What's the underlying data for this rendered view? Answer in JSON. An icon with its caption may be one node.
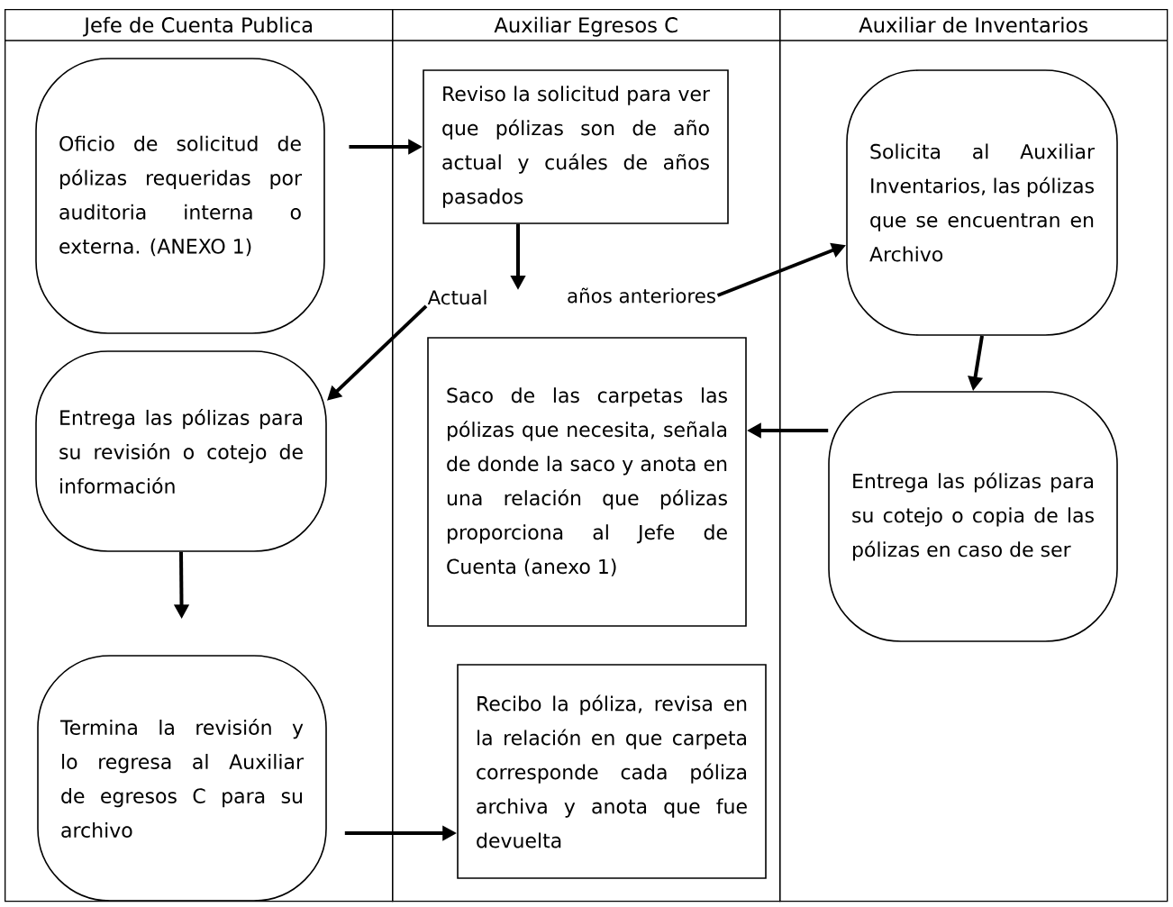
{
  "diagram": {
    "nodes": [
      {
        "text": [
          "Jefe de Cuenta Publica"
        ]
      },
      {
        "text": [
          "Auxiliar Egresos C"
        ]
      },
      {
        "text": [
          "Auxiliar de Inventarios"
        ]
      },
      {
        "text": [
          "Oficio de solicitud de pólizas requeridas por auditoria interna o externa. (ANEXO 1)"
        ],
        "in": 0
      },
      {
        "text": [
          "Reviso la solicitud para ver que pólizas son de año actual y cuáles de años pasados"
        ],
        "in": 1
      },
      {
        "text": [
          "Solicita al Auxiliar Inventarios, las pólizas que se encuentran en Archivo"
        ],
        "in": 2
      },
      {
        "text": [
          "Actual"
        ],
        "in": 1
      },
      {
        "text": [
          "años anteriores"
        ],
        "in": 1
      },
      {
        "text": [
          "Entrega las pólizas para su revisión o cotejo de información"
        ],
        "in": 0
      },
      {
        "text": [
          "Saco de las carpetas las pólizas que necesita, señala de donde la saco y anota en una relación que pólizas proporciona al Jefe de Cuenta (anexo 1)"
        ],
        "in": 1
      },
      {
        "text": [
          "Entrega las pólizas para su cotejo o copia de las pólizas en caso de ser"
        ],
        "in": 2
      },
      {
        "text": [
          "Termina la revisión y lo regresa al Auxiliar de egresos C para su archivo"
        ],
        "in": 0
      },
      {
        "text": [
          "Recibo la póliza, revisa en la relación en que carpeta corresponde cada póliza archiva y anota que fue devuelta"
        ],
        "in": 1
      }
    ],
    "edges": [
      {
        "from": 3,
        "to": 4,
        "arrow": "to"
      },
      {
        "from": 4,
        "to": null,
        "arrow": "to"
      },
      {
        "from": 7,
        "to": 5,
        "arrow": "to"
      },
      {
        "from": 6,
        "to": 8,
        "arrow": "to"
      },
      {
        "from": 5,
        "to": 10,
        "arrow": "to"
      },
      {
        "from": 10,
        "to": 9,
        "arrow": "to"
      },
      {
        "from": 8,
        "to": 11,
        "arrow": "to"
      },
      {
        "from": 11,
        "to": 12,
        "arrow": "to"
      }
    ]
  }
}
